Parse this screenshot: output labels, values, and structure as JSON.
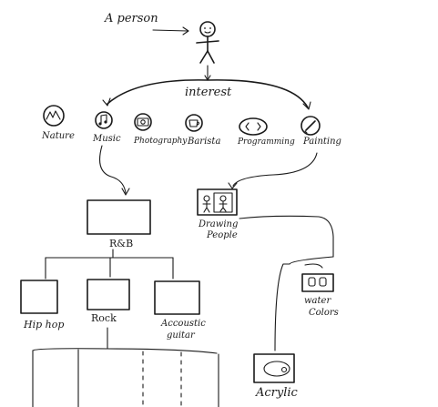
{
  "person_label": "A person",
  "interest_label": "interest",
  "interests": {
    "nature": "Nature",
    "music": "Music",
    "photography": "Photography",
    "barista": "Barista",
    "programming": "Programming",
    "painting": "Painting"
  },
  "music_branch": {
    "rnb": "R&B",
    "hiphop": "Hip hop",
    "rock": "Rock",
    "acoustic_line1": "Accoustic",
    "acoustic_line2": "guitar"
  },
  "painting_branch": {
    "drawing_line1": "Drawing",
    "drawing_line2": "People",
    "water_line1": "water",
    "water_line2": "Colors",
    "acrylic": "Acrylic"
  }
}
